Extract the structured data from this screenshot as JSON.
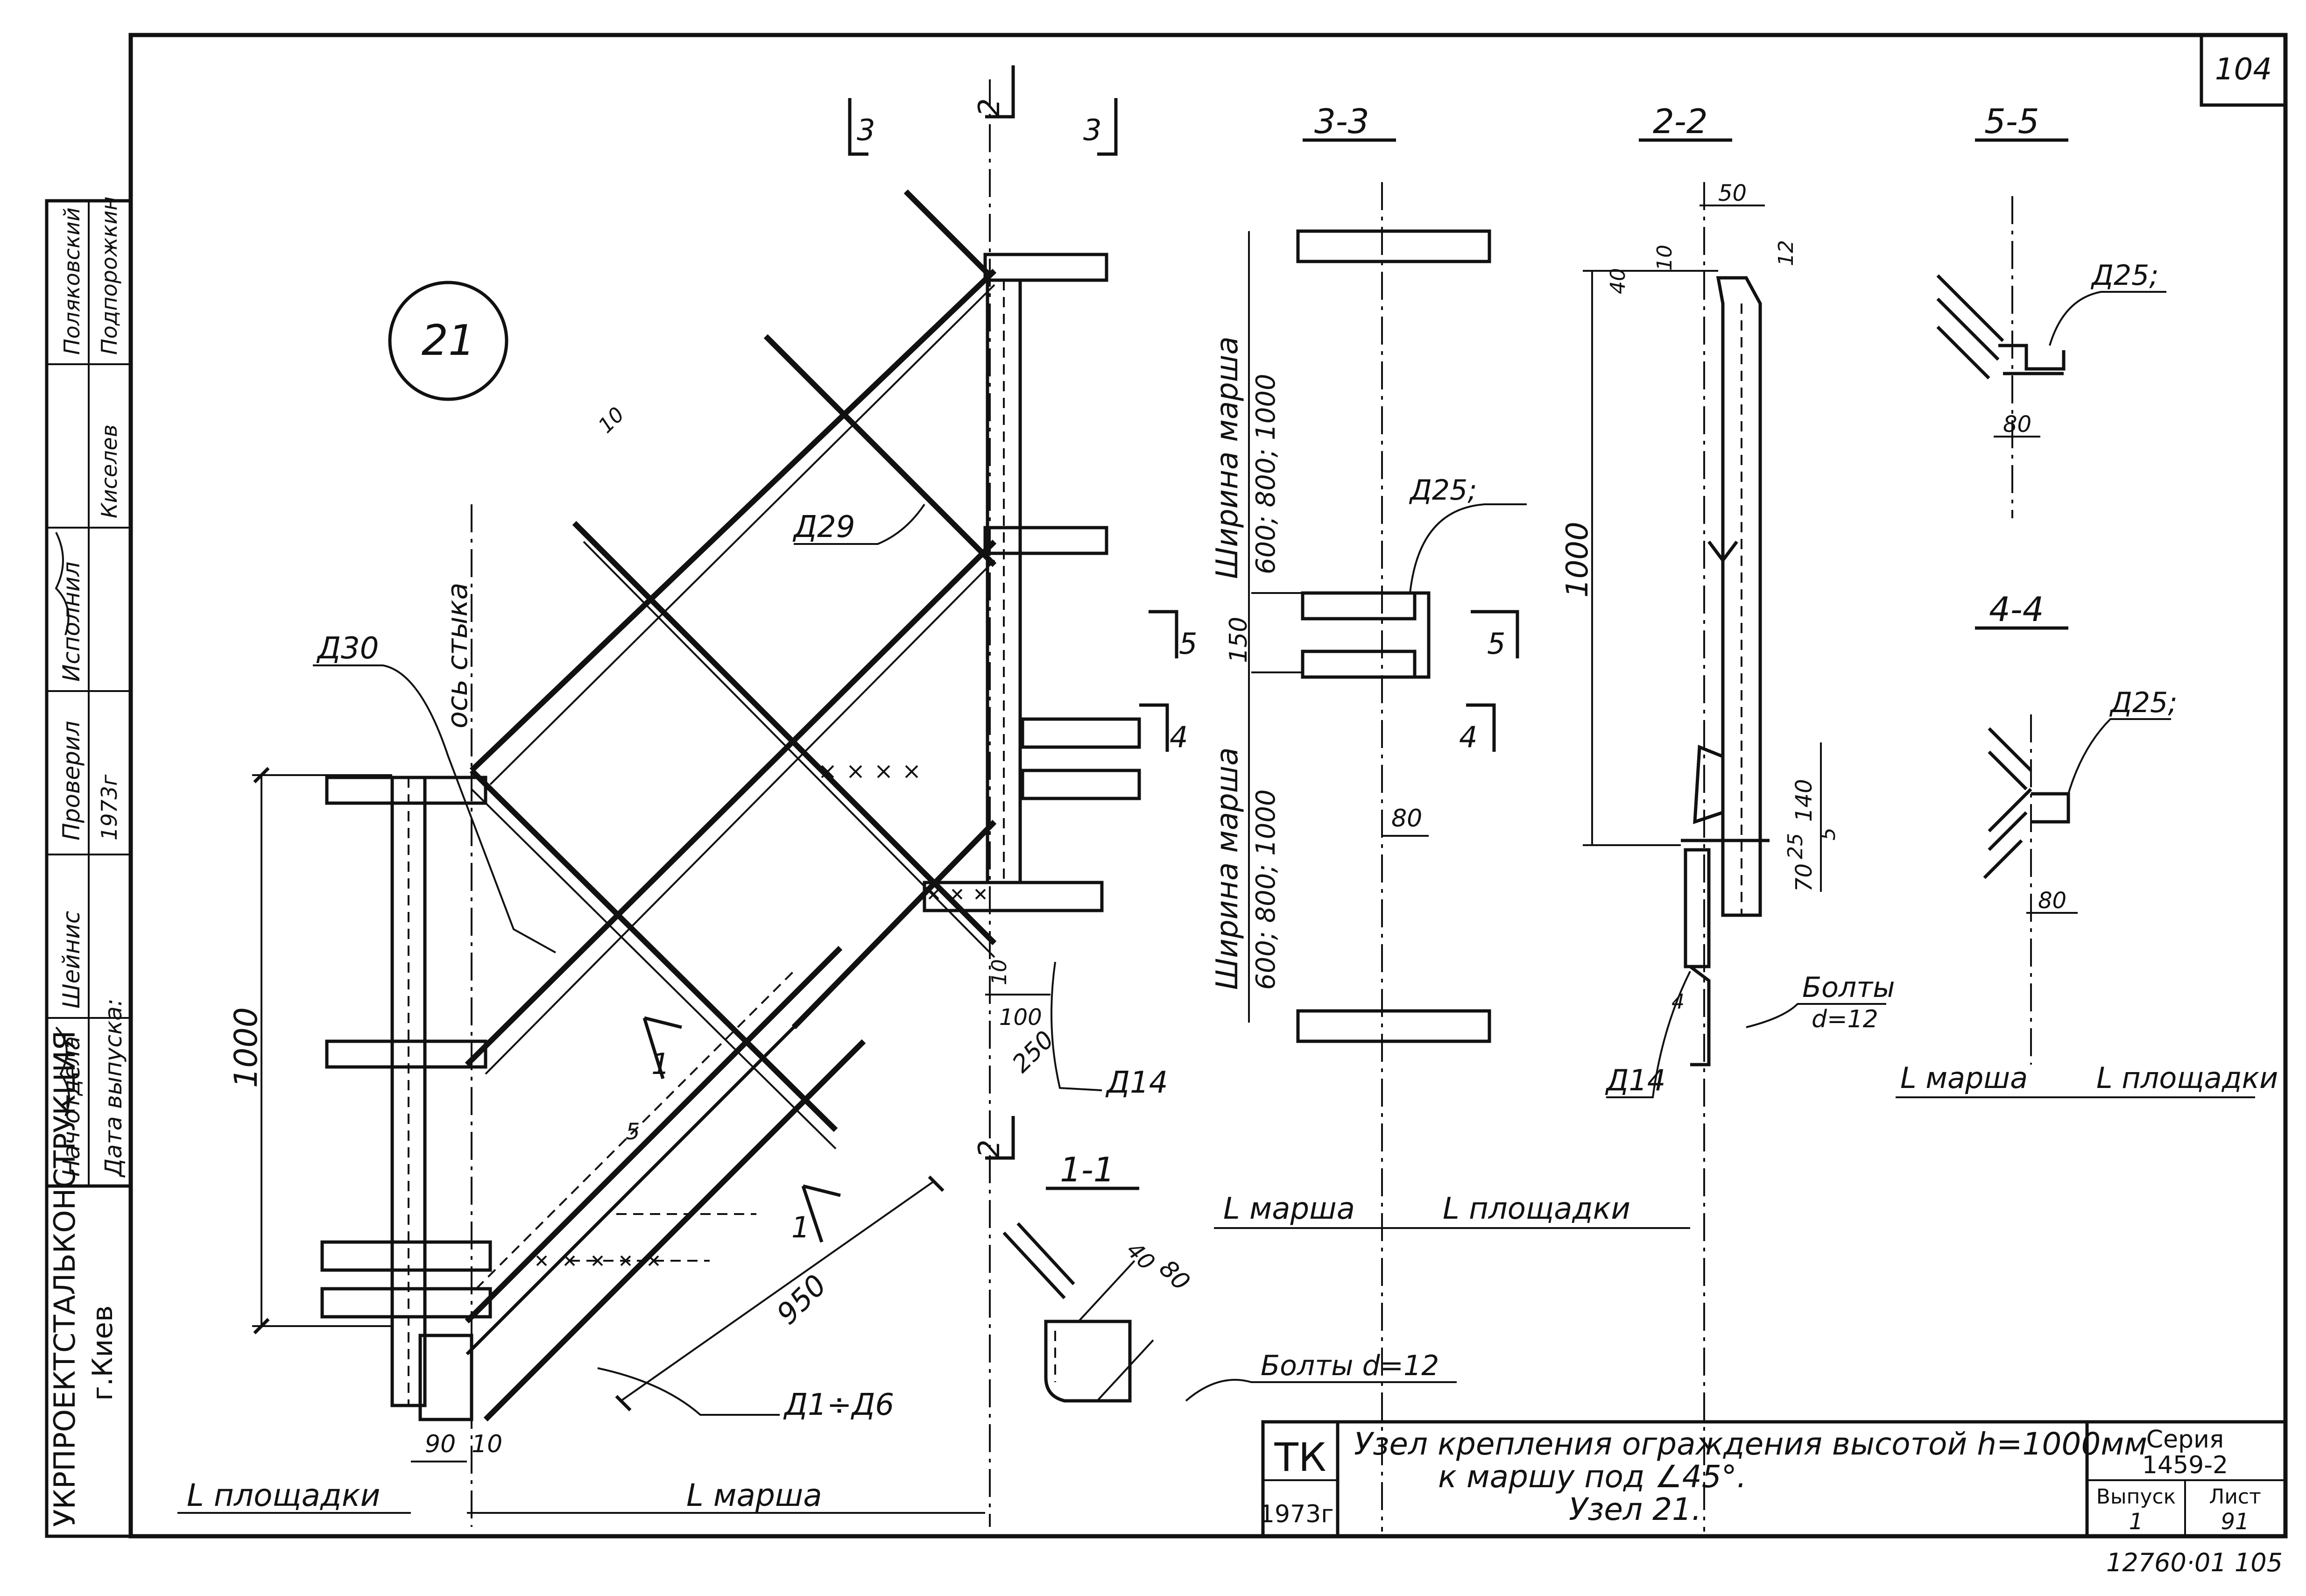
{
  "sheet": {
    "page_number": "104",
    "node_label": "21",
    "archive_number": "12760·01 105"
  },
  "stamp": {
    "org_name": "УКРПРОЕКТСТАЛЬКОНСТРУКЦИЯ",
    "city": "г.Киев",
    "roles": [
      "Нач отдела",
      "Проверил",
      "Исполнил",
      "Дата выпуска:"
    ],
    "names": [
      "Поляковский",
      "Подпорожкин",
      "Киселев",
      "Шейнис"
    ],
    "year": "1973г"
  },
  "title_block": {
    "code": "ТК",
    "year": "1973г.",
    "title_line1": "Узел крепления ограждения высотой h=1000мм",
    "title_line2": "к маршу под ∠45°.",
    "title_line3": "Узел 21.",
    "series_label": "Серия",
    "series_value": "1459-2",
    "issue_label": "Выпуск",
    "issue_value": "1",
    "sheet_label": "Лист",
    "sheet_value": "91"
  },
  "section_titles": {
    "s33": "3-3",
    "s22": "2-2",
    "s55": "5-5",
    "s44": "4-4",
    "s11": "1-1"
  },
  "cut_marks": {
    "c3": "3",
    "c2": "2",
    "c5": "5",
    "c4": "4",
    "c1": "1"
  },
  "main_view": {
    "label_d30": "Д30",
    "label_d29": "Д29",
    "label_d14": "Д14",
    "label_d1d6": "Д1÷Д6",
    "label_axis": "ось стыка",
    "dim_1000": "1000",
    "dim_950": "950",
    "dim_10": "10",
    "dim_5": "5",
    "dim_90": "90",
    "dim_100": "100",
    "dim_250": "250",
    "label_landing": "L площадки",
    "label_flight": "L марша"
  },
  "section_33": {
    "width_label": "Ширина марша",
    "width_values": "600; 800; 1000",
    "dim_150": "150",
    "dim_80": "80",
    "label_d25": "Д25;",
    "label_flight": "L марша",
    "label_landing": "L площадки"
  },
  "section_22": {
    "dim_50": "50",
    "dim_10": "10",
    "dim_12": "12",
    "dim_40": "40",
    "dim_1000": "1000",
    "dim_140": "140",
    "dim_25": "25",
    "dim_5": "5",
    "dim_70": "70",
    "dim_4": "4",
    "label_d14": "Д14",
    "label_bolts": "Болты",
    "label_d12": "d=12"
  },
  "section_55": {
    "label_d25": "Д25;",
    "dim_80": "80"
  },
  "section_44": {
    "label_d25": "Д25;",
    "dim_80": "80",
    "label_flight": "L марша",
    "label_landing": "L площадки"
  },
  "section_11": {
    "dim_40": "40",
    "dim_80": "80",
    "label_bolts": "Болты d=12"
  }
}
